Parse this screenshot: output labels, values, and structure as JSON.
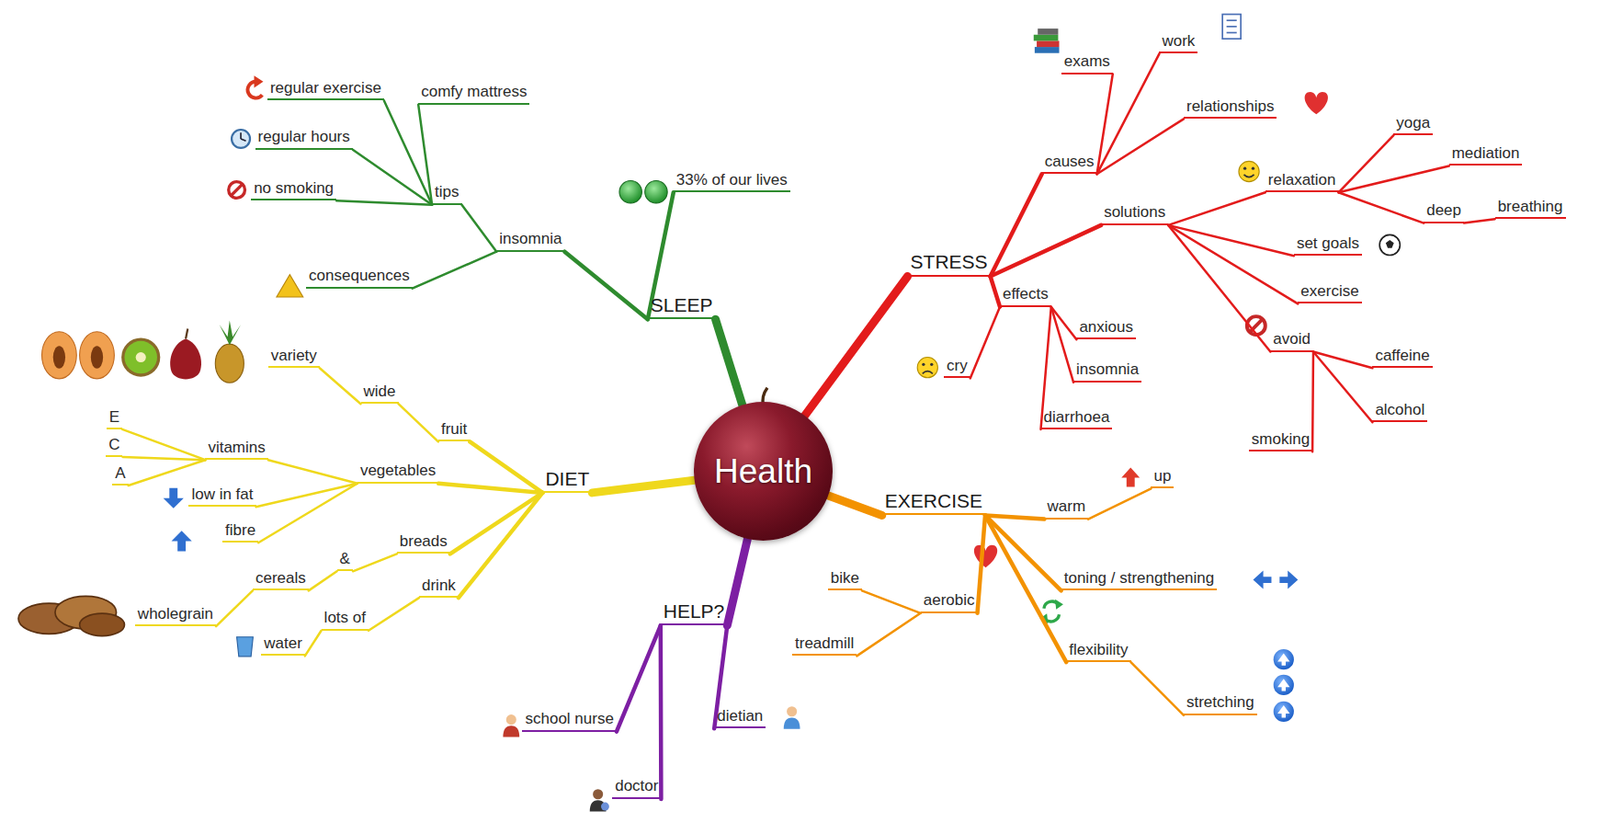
{
  "diagram": {
    "nodes": [
      {
        "text": [
          "Health"
        ]
      },
      {
        "text": [
          "SLEEP"
        ]
      },
      {
        "text": [
          "33% of our lives"
        ]
      },
      {
        "text": [
          "insomnia"
        ]
      },
      {
        "text": [
          "tips"
        ]
      },
      {
        "text": [
          "regular exercise"
        ]
      },
      {
        "text": [
          "comfy mattress"
        ]
      },
      {
        "text": [
          "regular hours"
        ]
      },
      {
        "text": [
          "no smoking"
        ]
      },
      {
        "text": [
          "consequences"
        ]
      },
      {
        "text": [
          "STRESS"
        ]
      },
      {
        "text": [
          "causes"
        ]
      },
      {
        "text": [
          "exams"
        ]
      },
      {
        "text": [
          "work"
        ]
      },
      {
        "text": [
          "relationships"
        ]
      },
      {
        "text": [
          "solutions"
        ]
      },
      {
        "text": [
          "relaxation"
        ]
      },
      {
        "text": [
          "yoga"
        ]
      },
      {
        "text": [
          "mediation"
        ]
      },
      {
        "text": [
          "deep"
        ]
      },
      {
        "text": [
          "breathing"
        ]
      },
      {
        "text": [
          "set goals"
        ]
      },
      {
        "text": [
          "exercise"
        ]
      },
      {
        "text": [
          "avoid"
        ]
      },
      {
        "text": [
          "caffeine"
        ]
      },
      {
        "text": [
          "alcohol"
        ]
      },
      {
        "text": [
          "smoking"
        ]
      },
      {
        "text": [
          "effects"
        ]
      },
      {
        "text": [
          "cry"
        ]
      },
      {
        "text": [
          "anxious"
        ]
      },
      {
        "text": [
          "insomnia"
        ]
      },
      {
        "text": [
          "diarrhoea"
        ]
      },
      {
        "text": [
          "EXERCISE"
        ]
      },
      {
        "text": [
          "warm"
        ]
      },
      {
        "text": [
          "up"
        ]
      },
      {
        "text": [
          "toning / strengthening"
        ]
      },
      {
        "text": [
          "aerobic"
        ]
      },
      {
        "text": [
          "bike"
        ]
      },
      {
        "text": [
          "treadmill"
        ]
      },
      {
        "text": [
          "flexibility"
        ]
      },
      {
        "text": [
          "stretching"
        ]
      },
      {
        "text": [
          "HELP?"
        ]
      },
      {
        "text": [
          "school nurse"
        ]
      },
      {
        "text": [
          "doctor"
        ]
      },
      {
        "text": [
          "dietian"
        ]
      },
      {
        "text": [
          "DIET"
        ]
      },
      {
        "text": [
          "fruit"
        ]
      },
      {
        "text": [
          "wide"
        ]
      },
      {
        "text": [
          "variety"
        ]
      },
      {
        "text": [
          "vegetables"
        ]
      },
      {
        "text": [
          "vitamins"
        ]
      },
      {
        "text": [
          "E"
        ]
      },
      {
        "text": [
          "C"
        ]
      },
      {
        "text": [
          "A"
        ]
      },
      {
        "text": [
          "low in fat"
        ]
      },
      {
        "text": [
          "fibre"
        ]
      },
      {
        "text": [
          "breads"
        ]
      },
      {
        "text": [
          "&"
        ]
      },
      {
        "text": [
          "cereals"
        ]
      },
      {
        "text": [
          "wholegrain"
        ]
      },
      {
        "text": [
          "drink"
        ]
      },
      {
        "text": [
          "lots of"
        ]
      },
      {
        "text": [
          "water"
        ]
      }
    ],
    "edges": [
      {
        "from": 0,
        "to": 1,
        "arrow": "none"
      },
      {
        "from": 1,
        "to": 2,
        "arrow": "none"
      },
      {
        "from": 1,
        "to": 3,
        "arrow": "none"
      },
      {
        "from": 3,
        "to": 4,
        "arrow": "none"
      },
      {
        "from": 4,
        "to": 5,
        "arrow": "none"
      },
      {
        "from": 4,
        "to": 6,
        "arrow": "none"
      },
      {
        "from": 4,
        "to": 7,
        "arrow": "none"
      },
      {
        "from": 4,
        "to": 8,
        "arrow": "none"
      },
      {
        "from": 3,
        "to": 9,
        "arrow": "none"
      },
      {
        "from": 0,
        "to": 10,
        "arrow": "none"
      },
      {
        "from": 10,
        "to": 11,
        "arrow": "none"
      },
      {
        "from": 11,
        "to": 12,
        "arrow": "none"
      },
      {
        "from": 11,
        "to": 13,
        "arrow": "none"
      },
      {
        "from": 11,
        "to": 14,
        "arrow": "none"
      },
      {
        "from": 10,
        "to": 15,
        "arrow": "none"
      },
      {
        "from": 15,
        "to": 16,
        "arrow": "none"
      },
      {
        "from": 16,
        "to": 17,
        "arrow": "none"
      },
      {
        "from": 16,
        "to": 18,
        "arrow": "none"
      },
      {
        "from": 16,
        "to": 19,
        "arrow": "none"
      },
      {
        "from": 19,
        "to": 20,
        "arrow": "none"
      },
      {
        "from": 15,
        "to": 21,
        "arrow": "none"
      },
      {
        "from": 15,
        "to": 22,
        "arrow": "none"
      },
      {
        "from": 15,
        "to": 23,
        "arrow": "none"
      },
      {
        "from": 23,
        "to": 24,
        "arrow": "none"
      },
      {
        "from": 23,
        "to": 25,
        "arrow": "none"
      },
      {
        "from": 23,
        "to": 26,
        "arrow": "none"
      },
      {
        "from": 10,
        "to": 27,
        "arrow": "none"
      },
      {
        "from": 27,
        "to": 28,
        "arrow": "none"
      },
      {
        "from": 27,
        "to": 29,
        "arrow": "none"
      },
      {
        "from": 27,
        "to": 30,
        "arrow": "none"
      },
      {
        "from": 27,
        "to": 31,
        "arrow": "none"
      },
      {
        "from": 0,
        "to": 32,
        "arrow": "none"
      },
      {
        "from": 32,
        "to": 33,
        "arrow": "none"
      },
      {
        "from": 33,
        "to": 34,
        "arrow": "none"
      },
      {
        "from": 32,
        "to": 35,
        "arrow": "none"
      },
      {
        "from": 32,
        "to": 36,
        "arrow": "none"
      },
      {
        "from": 36,
        "to": 37,
        "arrow": "none"
      },
      {
        "from": 36,
        "to": 38,
        "arrow": "none"
      },
      {
        "from": 32,
        "to": 39,
        "arrow": "none"
      },
      {
        "from": 39,
        "to": 40,
        "arrow": "none"
      },
      {
        "from": 0,
        "to": 41,
        "arrow": "none"
      },
      {
        "from": 41,
        "to": 42,
        "arrow": "none"
      },
      {
        "from": 41,
        "to": 43,
        "arrow": "none"
      },
      {
        "from": 41,
        "to": 44,
        "arrow": "none"
      },
      {
        "from": 0,
        "to": 45,
        "arrow": "none"
      },
      {
        "from": 45,
        "to": 46,
        "arrow": "none"
      },
      {
        "from": 46,
        "to": 47,
        "arrow": "none"
      },
      {
        "from": 47,
        "to": 48,
        "arrow": "none"
      },
      {
        "from": 45,
        "to": 49,
        "arrow": "none"
      },
      {
        "from": 49,
        "to": 50,
        "arrow": "none"
      },
      {
        "from": 50,
        "to": 51,
        "arrow": "none"
      },
      {
        "from": 50,
        "to": 52,
        "arrow": "none"
      },
      {
        "from": 50,
        "to": 53,
        "arrow": "none"
      },
      {
        "from": 49,
        "to": 54,
        "arrow": "none"
      },
      {
        "from": 49,
        "to": 55,
        "arrow": "none"
      },
      {
        "from": 45,
        "to": 56,
        "arrow": "none"
      },
      {
        "from": 56,
        "to": 57,
        "arrow": "none"
      },
      {
        "from": 57,
        "to": 58,
        "arrow": "none"
      },
      {
        "from": 58,
        "to": 59,
        "arrow": "none"
      },
      {
        "from": 45,
        "to": 60,
        "arrow": "none"
      },
      {
        "from": 60,
        "to": 61,
        "arrow": "none"
      },
      {
        "from": 61,
        "to": 62,
        "arrow": "none"
      }
    ]
  }
}
